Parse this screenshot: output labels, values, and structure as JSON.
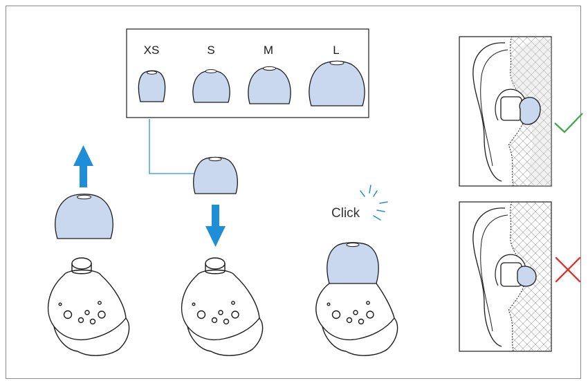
{
  "sizes": {
    "xs": "XS",
    "s": "S",
    "m": "M",
    "l": "L"
  },
  "click_text": "Click",
  "colors": {
    "tip_fill": "#c9d8ee",
    "arrow_blue": "#1e8fd6",
    "line_blue": "#2a95d8",
    "ok_green": "#3fa84b",
    "bad_red": "#e0312f",
    "hatch_gray": "#9a9a9a"
  },
  "result_icons": {
    "correct": "checkmark-icon",
    "incorrect": "cross-icon"
  }
}
